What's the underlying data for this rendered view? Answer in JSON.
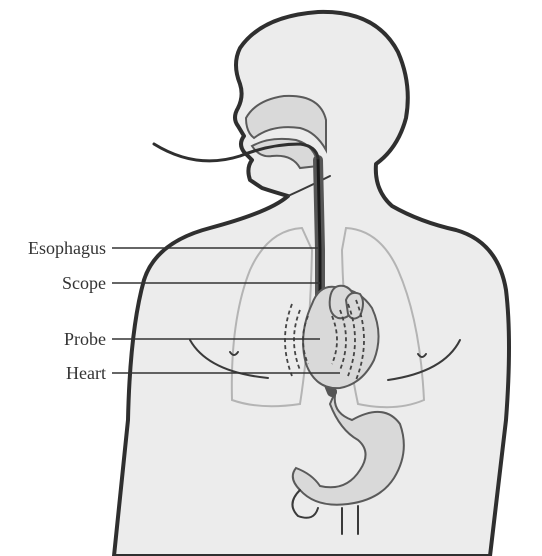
{
  "diagram": {
    "labels": [
      {
        "id": "esophagus",
        "text": "Esophagus"
      },
      {
        "id": "scope",
        "text": "Scope"
      },
      {
        "id": "probe",
        "text": "Probe"
      },
      {
        "id": "heart",
        "text": "Heart"
      }
    ]
  }
}
